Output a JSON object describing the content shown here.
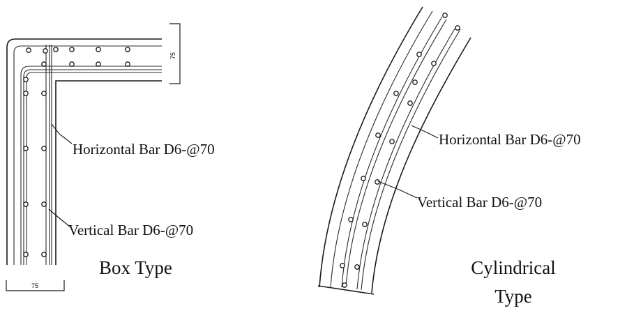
{
  "box": {
    "caption": "Box Type",
    "horizontal_label": "Horizontal Bar D6-@70",
    "vertical_label": "Vertical Bar D6-@70",
    "dim_top": "75",
    "dim_bottom": "75"
  },
  "cylinder": {
    "caption_line1": "Cylindrical",
    "caption_line2": "Type",
    "horizontal_label": "Horizontal Bar D6-@70",
    "vertical_label": "Vertical Bar D6-@70"
  }
}
